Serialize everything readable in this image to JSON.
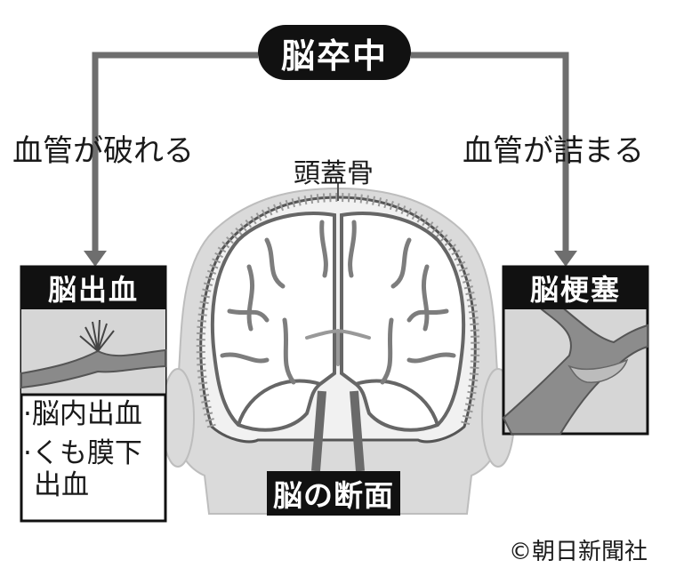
{
  "title": "脳卒中",
  "branches": {
    "left": "血管が破れる",
    "right": "血管が詰まる"
  },
  "skull_label": "頭蓋骨",
  "panels": {
    "hemorrhage": {
      "title": "脳出血",
      "items": [
        "·脳内出血",
        "·くも膜下",
        "出血"
      ]
    },
    "infarction": {
      "title": "脳梗塞"
    }
  },
  "section_label": "脳の断面",
  "credit": "©朝日新聞社",
  "colors": {
    "black": "#111111",
    "line_gray": "#6e6e6e",
    "vessel": "#7d7d7d",
    "brain_fill": "#ffffff",
    "head_fill": "#dadada",
    "panel_fill": "#d6d6d6"
  }
}
